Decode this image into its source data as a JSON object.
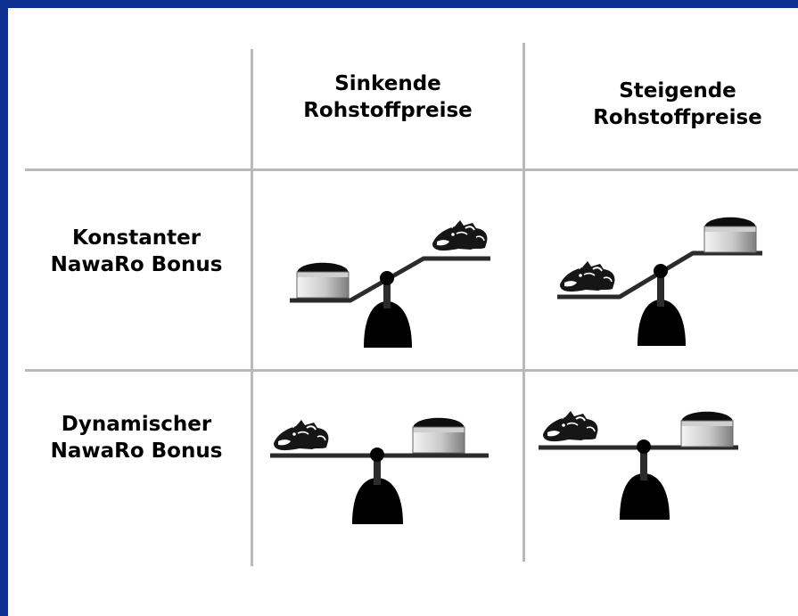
{
  "columns": {
    "sinkende": {
      "line1": "Sinkende",
      "line2": "Rohstoffpreise"
    },
    "steigende": {
      "line1": "Steigende",
      "line2": "Rohstoffpreise"
    }
  },
  "rows": {
    "konstant": {
      "line1": "Konstanter",
      "line2": "NawaRo Bonus"
    },
    "dynamisch": {
      "line1": "Dynamischer",
      "line2": "NawaRo Bonus"
    }
  },
  "scale_states": {
    "konstant_sinkend": "biogas-plant-heavier",
    "konstant_steigend": "cow-heavier",
    "dynamisch_sinkend": "balanced",
    "dynamisch_steigend": "balanced"
  },
  "colors": {
    "frame": "#0d2f8f",
    "grid": "#b9b9b9",
    "scale": "#2b2b2b"
  },
  "icons": {
    "cow": "cow-icon",
    "biogas": "biogas-plant-icon",
    "scale": "balance-scale-icon"
  }
}
